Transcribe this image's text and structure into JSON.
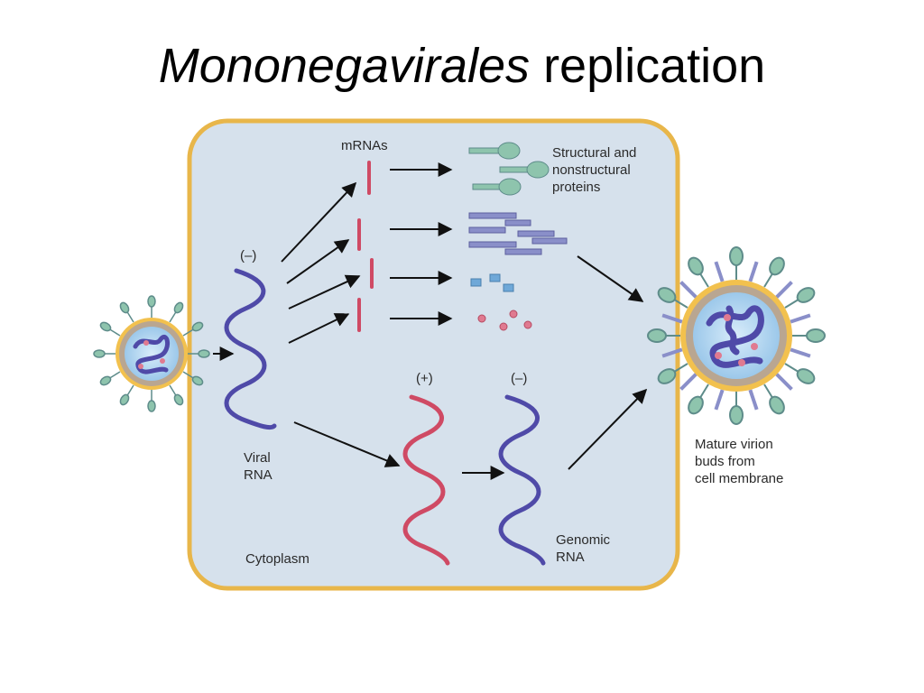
{
  "title": {
    "italic": "Mononegavirales",
    "rest": "replication"
  },
  "labels": {
    "mrnas": "mRNAs",
    "proteins": [
      "Structural and",
      "nonstructural",
      "proteins"
    ],
    "neg_strand": "(–)",
    "viral_rna": [
      "Viral",
      "RNA"
    ],
    "pos_strand": "(+)",
    "neg_strand_2": "(–)",
    "genomic_rna": [
      "Genomic",
      "RNA"
    ],
    "cytoplasm": "Cytoplasm",
    "mature_virion": [
      "Mature virion",
      "buds from",
      "cell membrane"
    ]
  },
  "colors": {
    "cell_fill": "#d6e1ec",
    "cell_border": "#e8b64a",
    "negative_rna": "#4f4aa8",
    "positive_rna": "#cf4a64",
    "protein_green": "#8ec4ad",
    "protein_purple": "#8a8fc9",
    "protein_blue": "#6fa8d8",
    "protein_pink": "#e07a90",
    "arrow": "#111111"
  }
}
